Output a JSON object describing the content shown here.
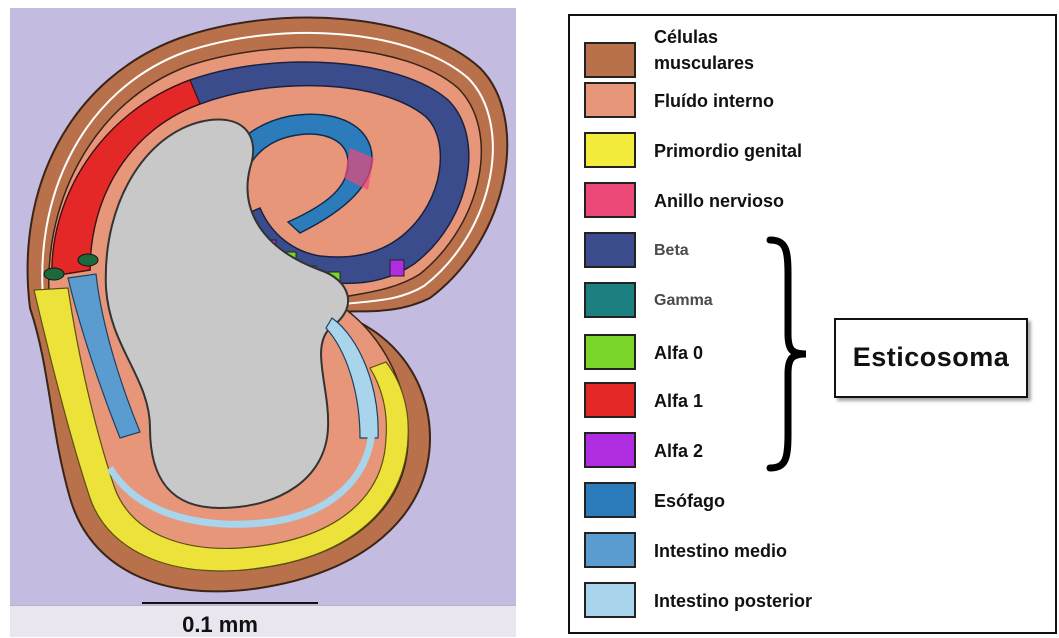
{
  "scale": {
    "label": "0.1 mm"
  },
  "legend": {
    "items": [
      {
        "label_lines": [
          "Células",
          "musculares"
        ],
        "color": "#b8714a",
        "style": "bold"
      },
      {
        "label_lines": [
          "Fluído interno"
        ],
        "color": "#e8967a",
        "style": "bold"
      },
      {
        "label_lines": [
          "Primordio genital"
        ],
        "color": "#f4ec3c",
        "style": "bold"
      },
      {
        "label_lines": [
          "Anillo nervioso"
        ],
        "color": "#ec4878",
        "style": "bold"
      },
      {
        "label_lines": [
          "Beta"
        ],
        "color": "#3a4c8c",
        "style": "grey"
      },
      {
        "label_lines": [
          "Gamma"
        ],
        "color": "#1c8080",
        "style": "grey"
      },
      {
        "label_lines": [
          "Alfa  0"
        ],
        "color": "#7ad42a",
        "style": "bold"
      },
      {
        "label_lines": [
          "Alfa  1"
        ],
        "color": "#e42828",
        "style": "bold"
      },
      {
        "label_lines": [
          "Alfa  2"
        ],
        "color": "#b02ce0",
        "style": "bold"
      },
      {
        "label_lines": [
          "Esófago"
        ],
        "color": "#2c7cbc",
        "style": "bold"
      },
      {
        "label_lines": [
          "Intestino medio"
        ],
        "color": "#5a9cd0",
        "style": "bold"
      },
      {
        "label_lines": [
          "Intestino posterior"
        ],
        "color": "#a8d4ec",
        "style": "bold"
      }
    ],
    "group": {
      "label": "Esticosoma"
    }
  },
  "colors": {
    "background": "#c4bce0",
    "body_wall": "#b8714a",
    "inner_fluid": "#e8967a",
    "cavity": "#c8c8c8",
    "genital": "#ece23a",
    "beta": "#3a4c8c",
    "alfa0": "#7ad42a",
    "alfa1": "#e42828",
    "alfa2": "#b02ce0",
    "esophagus": "#2c7cbc",
    "midgut": "#5a9cd0",
    "hindgut": "#a8d4ec",
    "nerve_ring": "#ec4878"
  }
}
